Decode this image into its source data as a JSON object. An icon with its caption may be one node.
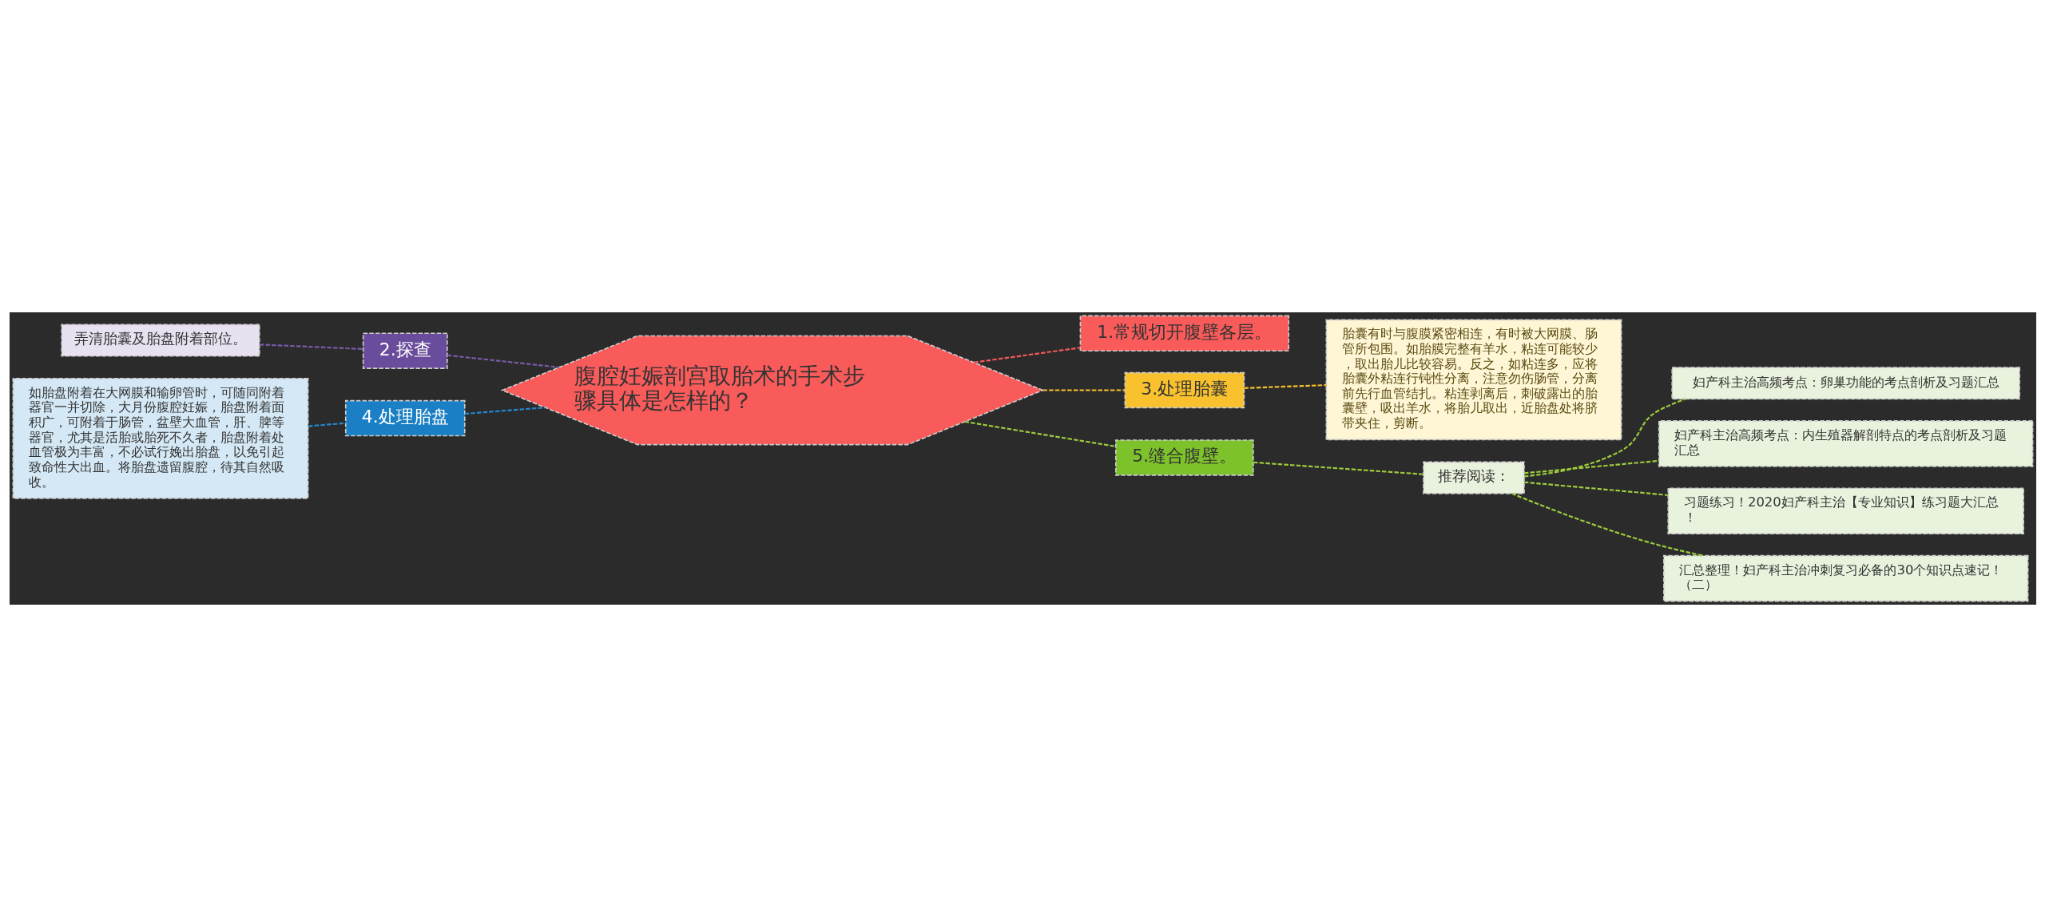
{
  "diagram": {
    "nodes": [
      {
        "text": [
          "腹腔妊娠剖宫取胎术的手术步骤具体是怎样的？"
        ]
      },
      {
        "text": [
          "1.常规切开腹壁各层。"
        ]
      },
      {
        "text": [
          "2.探查"
        ]
      },
      {
        "text": [
          "弄清胎囊及胎盘附着部位。"
        ]
      },
      {
        "text": [
          "3.处理胎囊"
        ]
      },
      {
        "text": [
          "胎囊有时与腹膜紧密相连，有时被大网膜、肠管所包围。如胎膜完整有羊水，粘连可能较少，取出胎儿比较容易。反之，如粘连多，应将胎囊外粘连行钝性分离，注意勿伤肠管，分离前先行血管结扎。粘连剥离后，刺破露出的胎囊壁，吸出羊水，将胎儿取出，近胎盘处将脐带夹住，剪断。"
        ]
      },
      {
        "text": [
          "4.处理胎盘"
        ]
      },
      {
        "text": [
          "如胎盘附着在大网膜和输卵管时，可随同附着器官一并切除，大月份腹腔妊娠，胎盘附着面积广，可附着于肠管，盆壁大血管，肝、脾等器官，尤其是活胎或胎死不久者，胎盘附着处血管极为丰富，不必试行娩出胎盘，以免引起致命性大出血。将胎盘遗留腹腔，待其自然吸收。"
        ]
      },
      {
        "text": [
          "5.缝合腹壁。"
        ]
      },
      {
        "text": [
          "推荐阅读："
        ]
      },
      {
        "text": [
          "妇产科主治高频考点：卵巢功能的考点剖析及习题汇总"
        ]
      },
      {
        "text": [
          "妇产科主治高频考点：内生殖器解剖特点的考点剖析及习题汇总"
        ]
      },
      {
        "text": [
          "习题练习！2020妇产科主治【专业知识】练习题大汇总！"
        ]
      },
      {
        "text": [
          "汇总整理！妇产科主治冲刺复习必备的30个知识点速记！（二）"
        ]
      }
    ],
    "edges": [
      {
        "from": 0,
        "to": 1,
        "arrow": "none",
        "style": "dashed",
        "color": "#f05a5a"
      },
      {
        "from": 0,
        "to": 2,
        "arrow": "none",
        "style": "dashed",
        "color": "#7a5aa8"
      },
      {
        "from": 2,
        "to": 3,
        "arrow": "none",
        "style": "dashed",
        "color": "#7a5aa8"
      },
      {
        "from": 0,
        "to": 4,
        "arrow": "none",
        "style": "dashed",
        "color": "#f8c12d"
      },
      {
        "from": 4,
        "to": 5,
        "arrow": "none",
        "style": "dashed",
        "color": "#f8c12d"
      },
      {
        "from": 0,
        "to": 6,
        "arrow": "none",
        "style": "dashed",
        "color": "#2388cc"
      },
      {
        "from": 6,
        "to": 7,
        "arrow": "none",
        "style": "dashed",
        "color": "#2388cc"
      },
      {
        "from": 0,
        "to": 8,
        "arrow": "none",
        "style": "dashed"
      },
      {
        "from": 8,
        "to": 9,
        "arrow": "none",
        "style": "dashed"
      },
      {
        "from": 9,
        "to": 10,
        "arrow": "none",
        "style": "dashed"
      },
      {
        "from": 9,
        "to": 11,
        "arrow": "none",
        "style": "dashed"
      },
      {
        "from": 9,
        "to": 12,
        "arrow": "none",
        "style": "dashed"
      },
      {
        "from": 9,
        "to": 13,
        "arrow": "none",
        "style": "dashed"
      }
    ]
  }
}
